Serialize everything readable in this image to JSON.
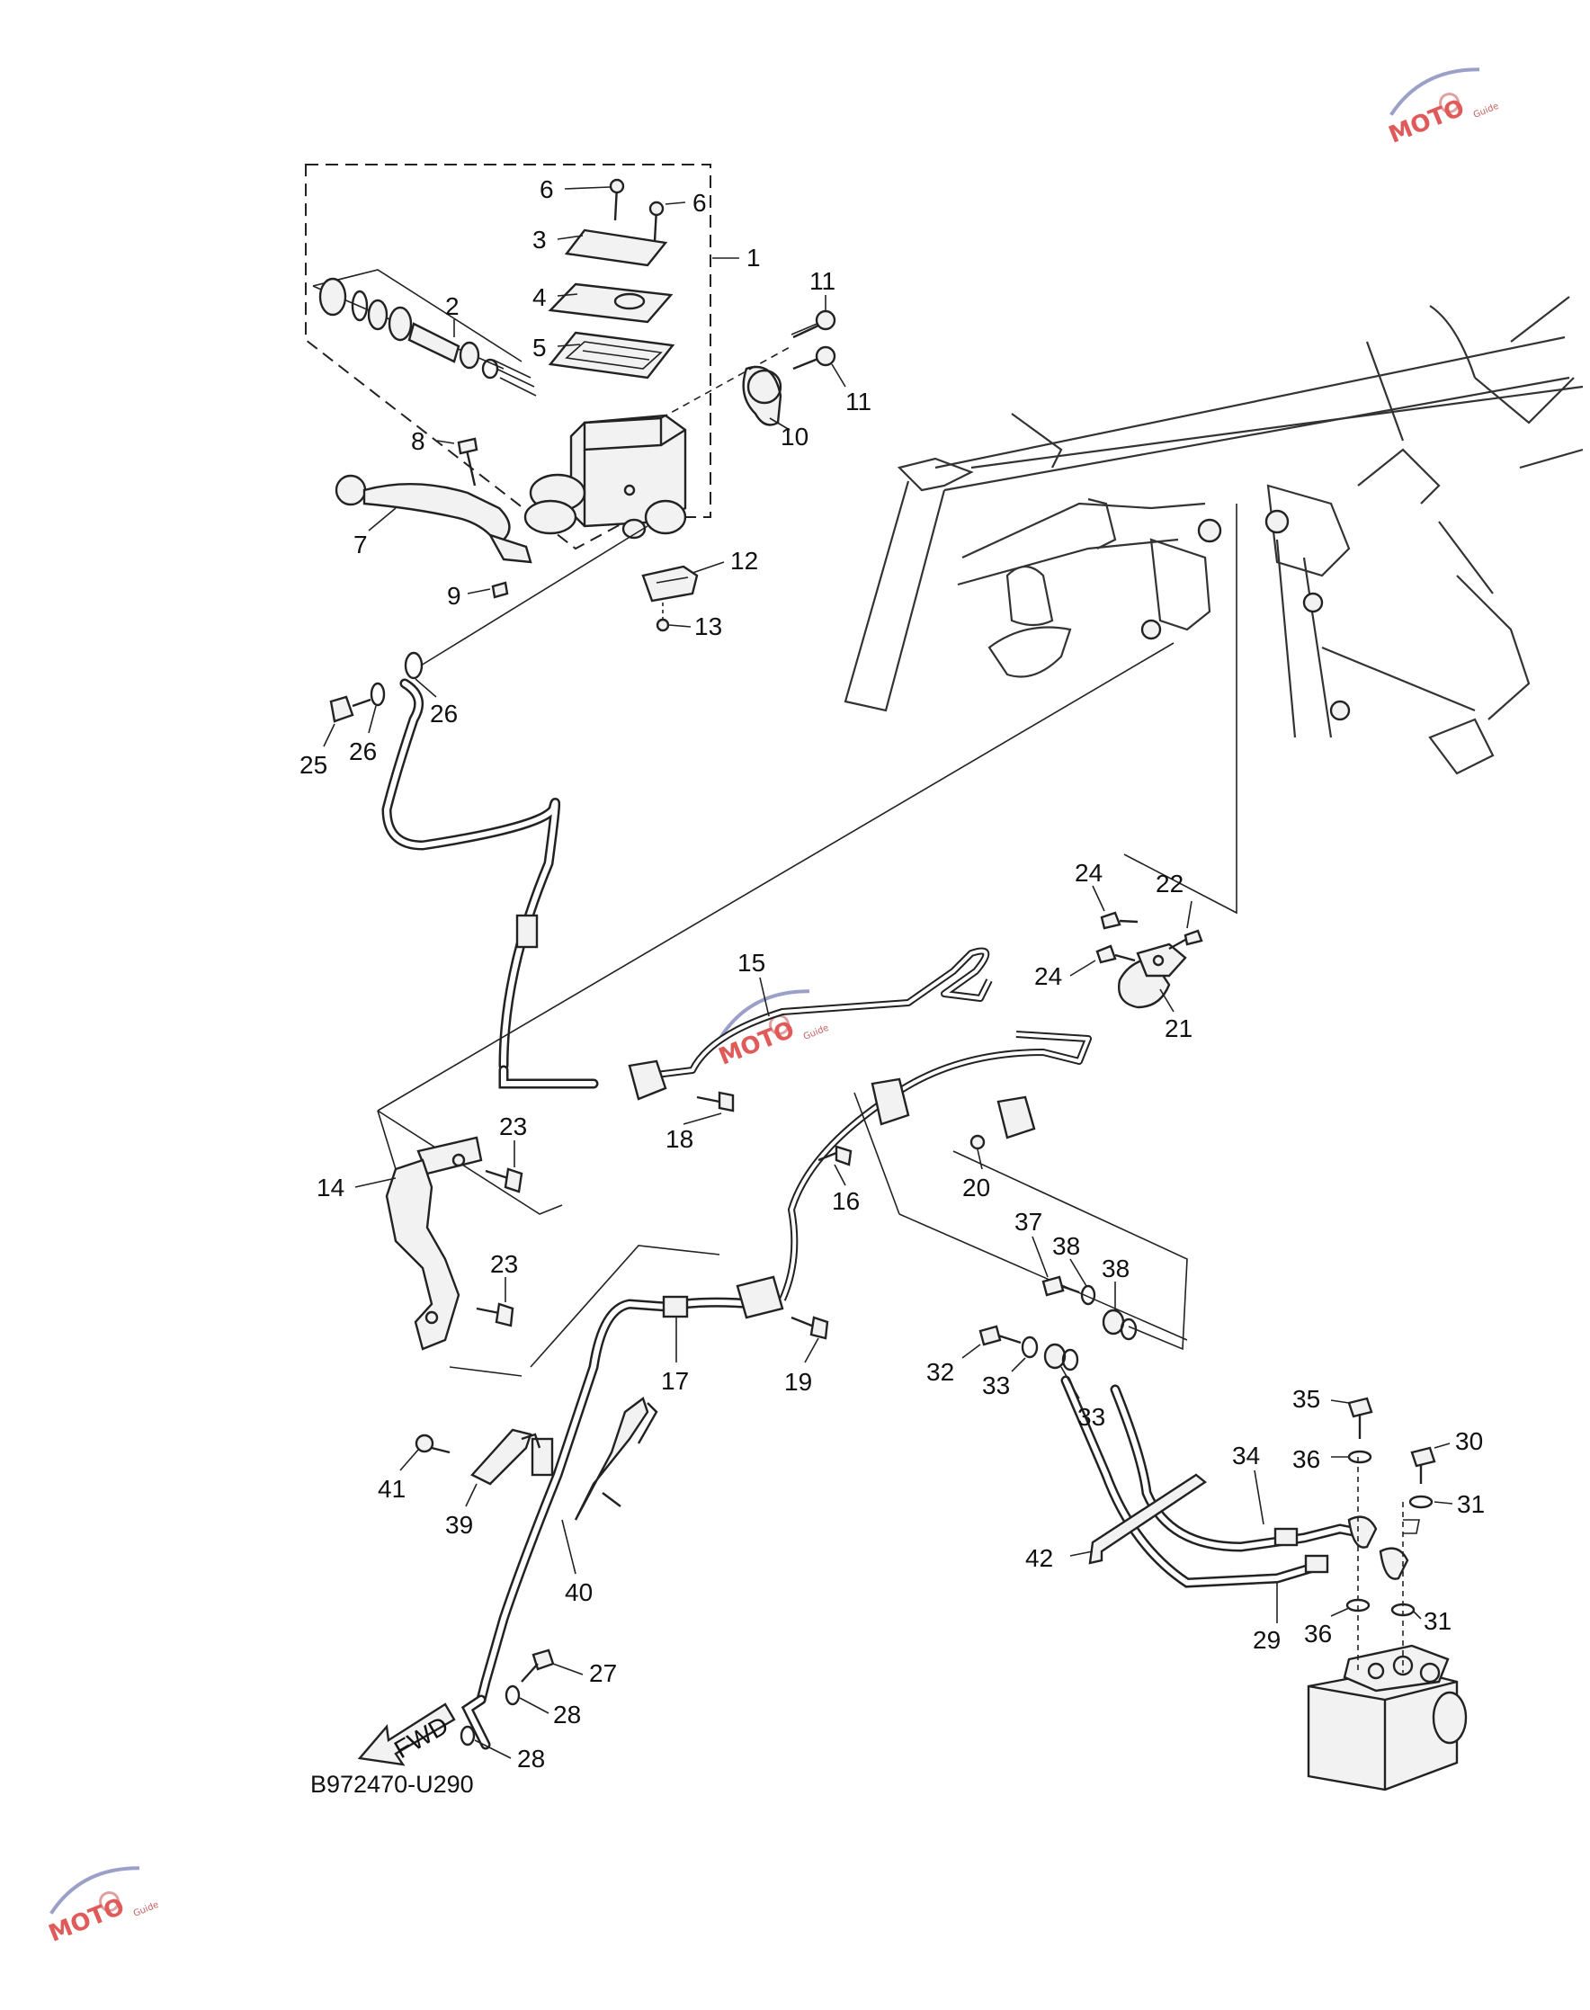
{
  "diagram_code": "B972470-U290",
  "fwd_label": "FWD",
  "watermark": {
    "brand": "MOTO",
    "sub": "Guide",
    "color": "#e05a5a",
    "accent": "#9aa0c8"
  },
  "callouts": [
    {
      "id": "c1",
      "text": "1"
    },
    {
      "id": "c2",
      "text": "2"
    },
    {
      "id": "c3",
      "text": "3"
    },
    {
      "id": "c4",
      "text": "4"
    },
    {
      "id": "c5",
      "text": "5"
    },
    {
      "id": "c6a",
      "text": "6"
    },
    {
      "id": "c6b",
      "text": "6"
    },
    {
      "id": "c7",
      "text": "7"
    },
    {
      "id": "c8",
      "text": "8"
    },
    {
      "id": "c9",
      "text": "9"
    },
    {
      "id": "c10",
      "text": "10"
    },
    {
      "id": "c11a",
      "text": "11"
    },
    {
      "id": "c11b",
      "text": "11"
    },
    {
      "id": "c12",
      "text": "12"
    },
    {
      "id": "c13",
      "text": "13"
    },
    {
      "id": "c14",
      "text": "14"
    },
    {
      "id": "c15",
      "text": "15"
    },
    {
      "id": "c16",
      "text": "16"
    },
    {
      "id": "c17",
      "text": "17"
    },
    {
      "id": "c18",
      "text": "18"
    },
    {
      "id": "c19",
      "text": "19"
    },
    {
      "id": "c20",
      "text": "20"
    },
    {
      "id": "c21",
      "text": "21"
    },
    {
      "id": "c22",
      "text": "22"
    },
    {
      "id": "c23a",
      "text": "23"
    },
    {
      "id": "c23b",
      "text": "23"
    },
    {
      "id": "c24a",
      "text": "24"
    },
    {
      "id": "c24b",
      "text": "24"
    },
    {
      "id": "c25",
      "text": "25"
    },
    {
      "id": "c26a",
      "text": "26"
    },
    {
      "id": "c26b",
      "text": "26"
    },
    {
      "id": "c27",
      "text": "27"
    },
    {
      "id": "c28a",
      "text": "28"
    },
    {
      "id": "c28b",
      "text": "28"
    },
    {
      "id": "c29",
      "text": "29"
    },
    {
      "id": "c30",
      "text": "30"
    },
    {
      "id": "c31a",
      "text": "31"
    },
    {
      "id": "c31b",
      "text": "31"
    },
    {
      "id": "c32",
      "text": "32"
    },
    {
      "id": "c33a",
      "text": "33"
    },
    {
      "id": "c33b",
      "text": "33"
    },
    {
      "id": "c34",
      "text": "34"
    },
    {
      "id": "c35",
      "text": "35"
    },
    {
      "id": "c36a",
      "text": "36"
    },
    {
      "id": "c36b",
      "text": "36"
    },
    {
      "id": "c37",
      "text": "37"
    },
    {
      "id": "c38a",
      "text": "38"
    },
    {
      "id": "c38b",
      "text": "38"
    },
    {
      "id": "c39",
      "text": "39"
    },
    {
      "id": "c40",
      "text": "40"
    },
    {
      "id": "c41",
      "text": "41"
    },
    {
      "id": "c42",
      "text": "42"
    }
  ]
}
